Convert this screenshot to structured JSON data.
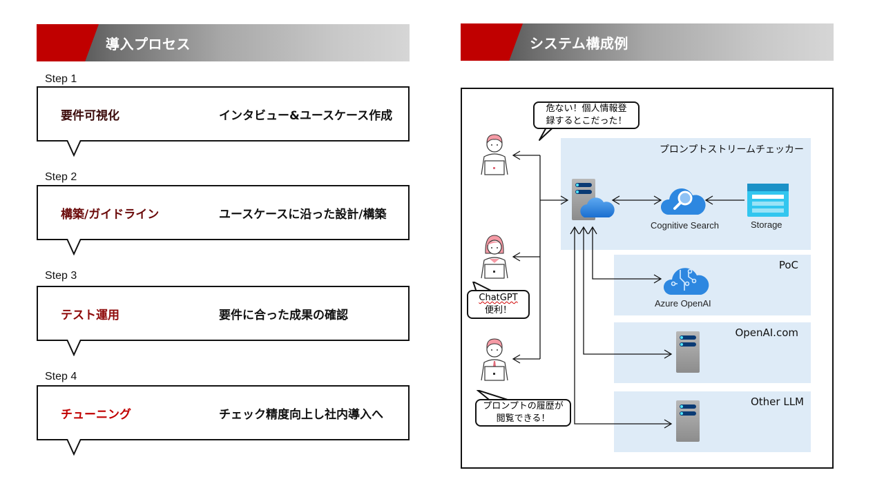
{
  "left_section": {
    "title": "導入プロセス",
    "steps": [
      {
        "label": "Step 1",
        "name": "要件可視化",
        "desc": "インタビュー&ユースケース作成",
        "name_color": "#3b0a0a"
      },
      {
        "label": "Step 2",
        "name": "構築/ガイドライン",
        "desc": "ユースケースに沿った設計/構築",
        "name_color": "#6b0a0a"
      },
      {
        "label": "Step 3",
        "name": "テスト運用",
        "desc": "要件に合った成果の確認",
        "name_color": "#8e0a0a"
      },
      {
        "label": "Step 4",
        "name": "チューニング",
        "desc": "チェック精度向上し社内導入へ",
        "name_color": "#c00000"
      }
    ]
  },
  "right_section": {
    "title": "システム構成例",
    "zones": {
      "checker": "プロンプトストリームチェッカー",
      "poc": "PoC",
      "openai_com": "OpenAI.com",
      "other_llm": "Other LLM"
    },
    "icons": {
      "cognitive_search": "Cognitive Search",
      "storage": "Storage",
      "azure_openai": "Azure OpenAI"
    },
    "bubbles": {
      "user1": [
        "危ない！個人情報登",
        "録するとこだった！"
      ],
      "user2": [
        "ChatGPT",
        "便利！"
      ],
      "user3": [
        "プロンプトの履歴が",
        "閲覧できる！"
      ]
    }
  },
  "colors": {
    "accent_red": "#c00000",
    "zone_blue": "#deebf7",
    "azure_blue": "#1f7fd6"
  }
}
